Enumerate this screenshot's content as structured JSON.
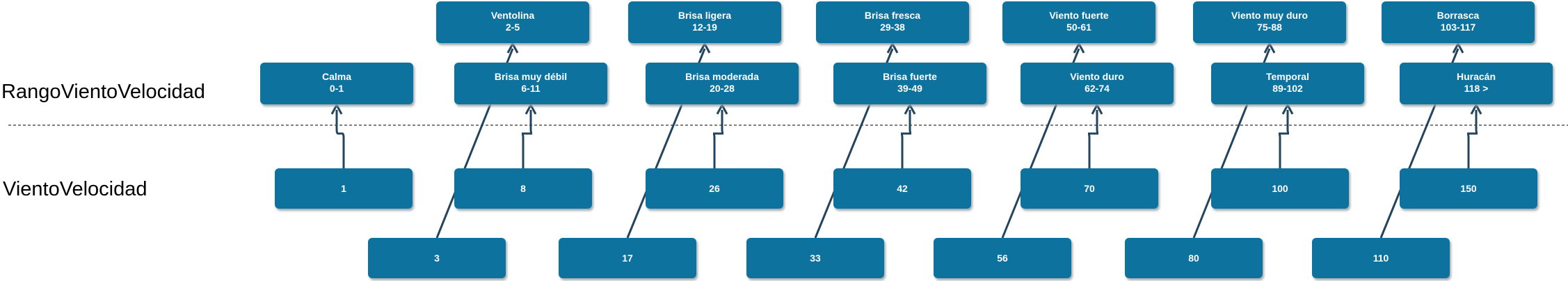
{
  "colors": {
    "box_fill": "#10739E",
    "box_shadow": "#9aa3a8",
    "arrow": "#23445D",
    "divider": "#333333",
    "text_light": "#ffffff",
    "text_dark": "#000000"
  },
  "lanes": {
    "top_label": "RangoVientoVelocidad",
    "bottom_label": "VientoVelocidad"
  },
  "ranges": [
    {
      "name": "Calma",
      "range": "0-1"
    },
    {
      "name": "Ventolina",
      "range": "2-5"
    },
    {
      "name": "Brisa muy débil",
      "range": "6-11"
    },
    {
      "name": "Brisa ligera",
      "range": "12-19"
    },
    {
      "name": "Brisa moderada",
      "range": "20-28"
    },
    {
      "name": "Brisa fresca",
      "range": "29-38"
    },
    {
      "name": "Brisa fuerte",
      "range": "39-49"
    },
    {
      "name": "Viento fuerte",
      "range": "50-61"
    },
    {
      "name": "Viento duro",
      "range": "62-74"
    },
    {
      "name": "Viento muy duro",
      "range": "75-88"
    },
    {
      "name": "Temporal",
      "range": "89-102"
    },
    {
      "name": "Borrasca",
      "range": "103-117"
    },
    {
      "name": "Huracán",
      "range": "118 >"
    }
  ],
  "speeds": [
    {
      "value": "1",
      "range_index": 0
    },
    {
      "value": "3",
      "range_index": 1
    },
    {
      "value": "8",
      "range_index": 2
    },
    {
      "value": "17",
      "range_index": 3
    },
    {
      "value": "26",
      "range_index": 4
    },
    {
      "value": "33",
      "range_index": 5
    },
    {
      "value": "42",
      "range_index": 6
    },
    {
      "value": "56",
      "range_index": 7
    },
    {
      "value": "70",
      "range_index": 8
    },
    {
      "value": "80",
      "range_index": 9
    },
    {
      "value": "100",
      "range_index": 10
    },
    {
      "value": "110",
      "range_index": 11
    },
    {
      "value": "150",
      "range_index": 12
    }
  ]
}
